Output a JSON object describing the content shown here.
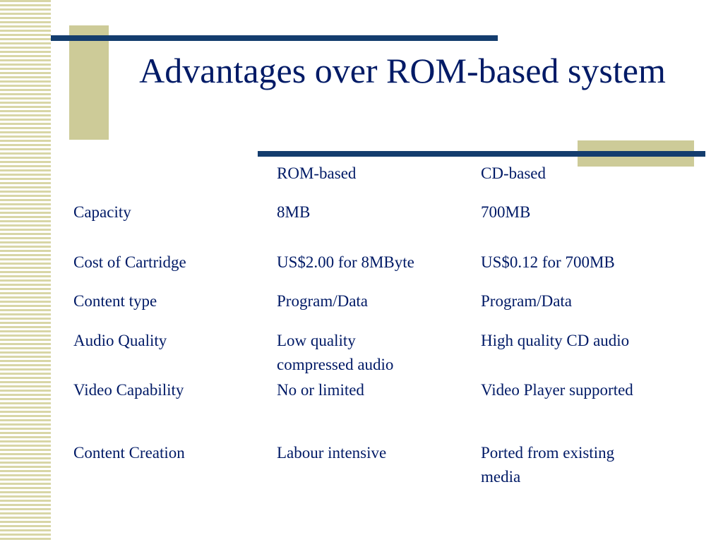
{
  "slide": {
    "title": "Advantages over ROM-based system"
  },
  "table": {
    "headers": [
      "",
      "ROM-based",
      "CD-based"
    ],
    "rows": [
      [
        "Capacity",
        "8MB",
        "700MB"
      ],
      [
        "Cost of Cartridge",
        "US$2.00 for 8MByte",
        "US$0.12 for 700MB"
      ],
      [
        "Content type",
        "Program/Data",
        "Program/Data"
      ],
      [
        "Audio Quality",
        "Low quality\ncompressed audio",
        "High quality CD audio"
      ],
      [
        "Video Capability",
        "No or limited",
        "Video Player supported"
      ],
      [
        "Content Creation",
        "Labour intensive",
        "Ported from existing\nmedia"
      ]
    ]
  }
}
